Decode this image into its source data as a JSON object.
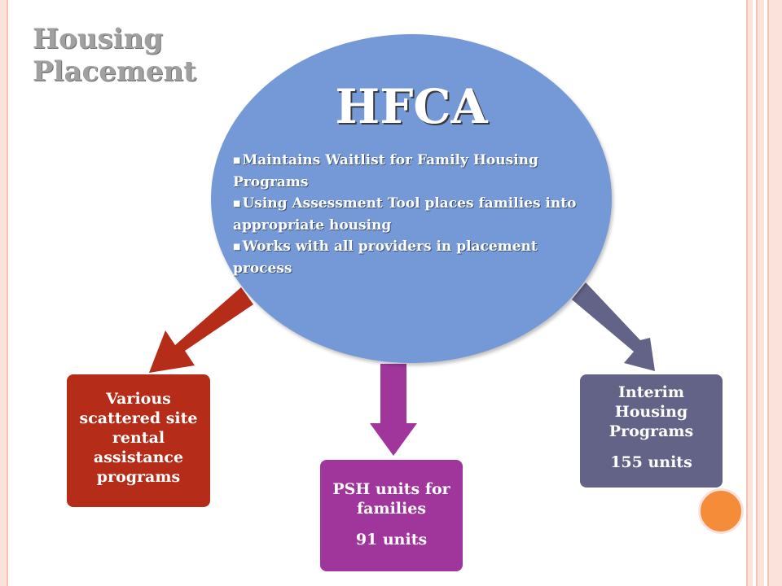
{
  "slide": {
    "title": "Housing Placement",
    "colors": {
      "hub": "#7599d6",
      "left_box": "#b52c19",
      "middle_box": "#a0369b",
      "right_box": "#636387",
      "accent_circle": "#f58c3a"
    }
  },
  "hub": {
    "name": "HFCA",
    "bullets": [
      "Maintains Waitlist for Family Housing Programs",
      "Using Assessment Tool places families into appropriate housing",
      "Works with all providers in placement process"
    ]
  },
  "outcomes": {
    "left": {
      "label": "Various scattered site rental assistance programs"
    },
    "middle": {
      "label": "PSH units for families",
      "units": "91 units"
    },
    "right": {
      "label": "Interim Housing Programs",
      "units": "155 units"
    }
  }
}
